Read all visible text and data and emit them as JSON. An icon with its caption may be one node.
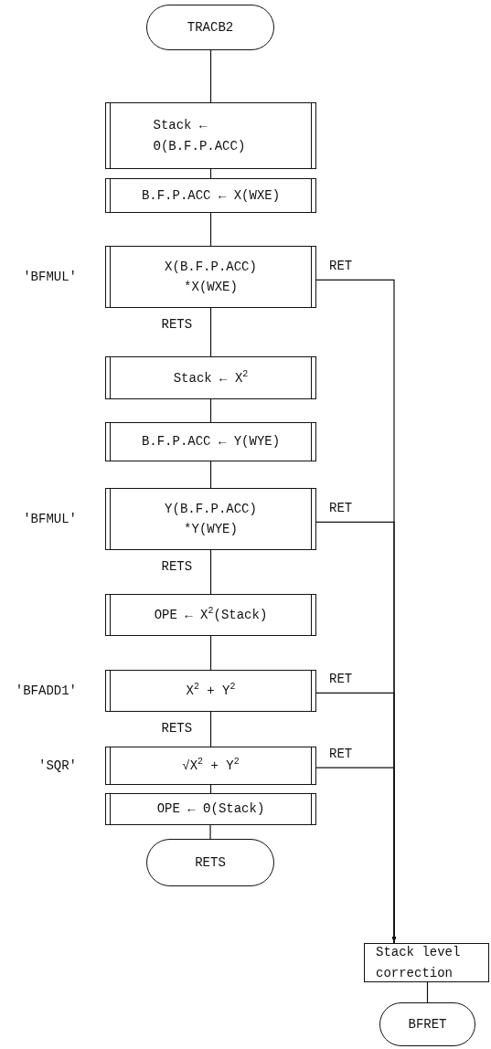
{
  "diagram": {
    "nodes": [
      {
        "text": [
          "TRACB2"
        ]
      },
      {
        "text": [
          "Stack ← Θ(B.F.P.ACC)"
        ]
      },
      {
        "text": [
          "B.F.P.ACC ← X(WXE)"
        ]
      },
      {
        "text": [
          "X(B.F.P.ACC) *X(WXE)"
        ],
        "beside": [
          "'BFMUL'"
        ]
      },
      {
        "text": [
          "Stack ← X$^{2}$"
        ]
      },
      {
        "text": [
          "B.F.P.ACC ← Y(WYE)"
        ]
      },
      {
        "text": [
          "Y(B.F.P.ACC) *Y(WYE)"
        ],
        "beside": [
          "'BFMUL'"
        ]
      },
      {
        "text": [
          "OPE ← X$^{2}$(Stack)"
        ]
      },
      {
        "text": [
          "X$^{2}$ + Y$^{2}$"
        ],
        "beside": [
          "'BFADD1'"
        ]
      },
      {
        "text": [
          "√X$^{2}$ + Y$^{2}$"
        ],
        "beside": [
          "'SQR'"
        ]
      },
      {
        "text": [
          "OPE ← Θ(Stack)"
        ]
      },
      {
        "text": [
          "RETS"
        ]
      },
      {
        "text": [
          "Stack level correction"
        ]
      },
      {
        "text": [
          "BFRET"
        ]
      }
    ],
    "edges": [
      {
        "from": 0,
        "to": 1,
        "arrow": "none"
      },
      {
        "from": 1,
        "to": 2,
        "arrow": "none"
      },
      {
        "from": 2,
        "to": 3,
        "arrow": "none"
      },
      {
        "from": 3,
        "to": 4,
        "arrow": "none",
        "label": "RETS"
      },
      {
        "from": 4,
        "to": 5,
        "arrow": "none"
      },
      {
        "from": 5,
        "to": 6,
        "arrow": "none"
      },
      {
        "from": 6,
        "to": 7,
        "arrow": "none",
        "label": "RETS"
      },
      {
        "from": 7,
        "to": 8,
        "arrow": "none"
      },
      {
        "from": 8,
        "to": 9,
        "arrow": "none",
        "label": "RETS"
      },
      {
        "from": 9,
        "to": 10,
        "arrow": "none"
      },
      {
        "from": 10,
        "to": 11,
        "arrow": "none"
      },
      {
        "from": 3,
        "to": 12,
        "arrow": "to",
        "label": "RET"
      },
      {
        "from": 6,
        "to": 12,
        "arrow": "to",
        "label": "RET"
      },
      {
        "from": 8,
        "to": 12,
        "arrow": "to",
        "label": "RET"
      },
      {
        "from": 9,
        "to": 12,
        "arrow": "to",
        "label": "RET"
      },
      {
        "from": 12,
        "to": 13,
        "arrow": "none"
      }
    ]
  }
}
